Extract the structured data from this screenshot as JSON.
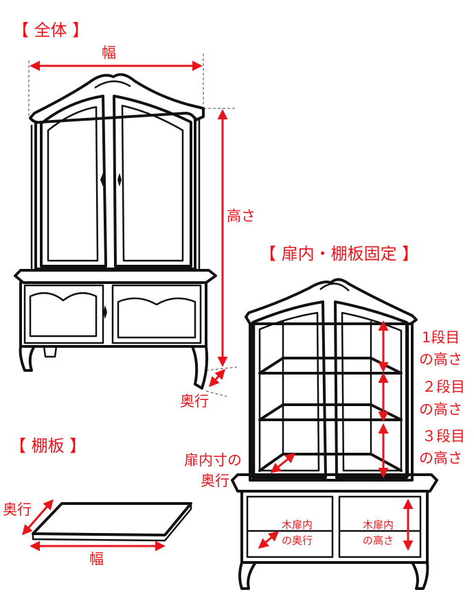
{
  "titles": {
    "overall": "【 全体 】",
    "door_fixed": "【 扉内・棚板固定 】",
    "shelf": "【 棚板 】"
  },
  "labels": {
    "width_top": "幅",
    "height": "高さ",
    "depth": "奥行",
    "shelf1_line1": "1段目",
    "shelf1_line2": "の高さ",
    "shelf2_line1": "２段目",
    "shelf2_line2": "の高さ",
    "shelf3_line1": "３段目",
    "shelf3_line2": "の高さ",
    "door_inner_depth_line1": "扉内寸の",
    "door_inner_depth_line2": "奥行",
    "wood_door_depth_line1": "木扉内",
    "wood_door_depth_line2": "の奥行",
    "wood_door_height_line1": "木扉内",
    "wood_door_height_line2": "の高さ",
    "shelf_depth": "奥行",
    "shelf_width": "幅"
  },
  "colors": {
    "accent": "#e8141b",
    "line": "#111111"
  }
}
